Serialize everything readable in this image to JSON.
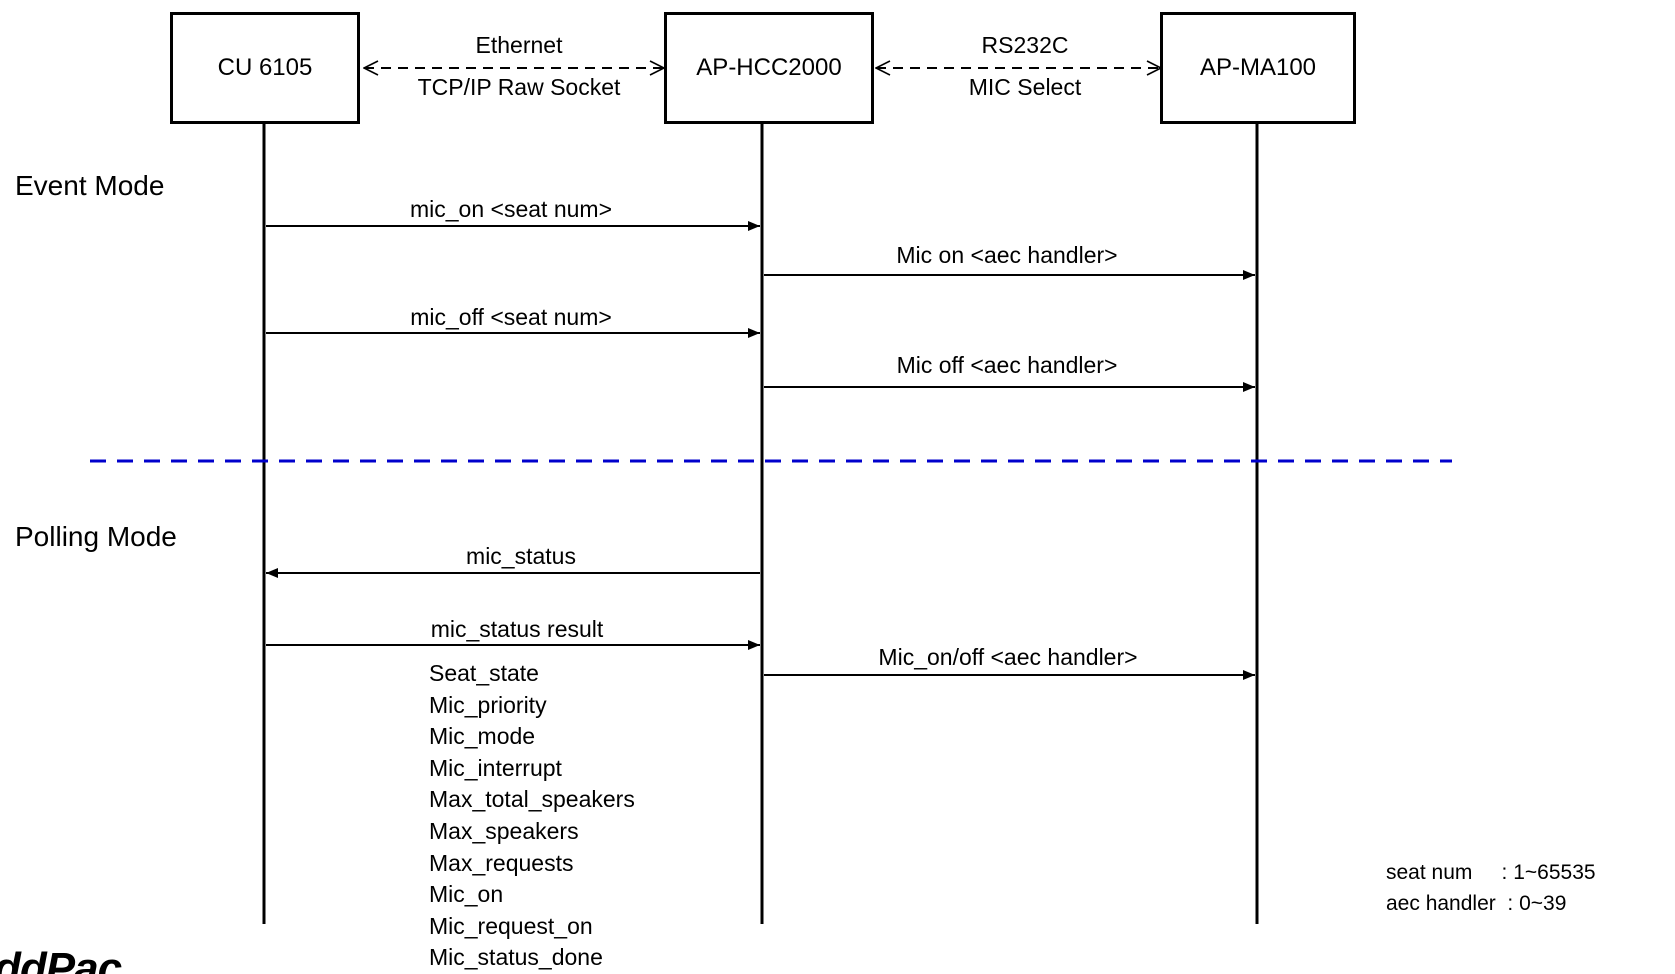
{
  "participants": [
    {
      "id": "cu",
      "label": "CU 6105"
    },
    {
      "id": "hcc",
      "label": "AP-HCC2000"
    },
    {
      "id": "ma",
      "label": "AP-MA100"
    }
  ],
  "links": [
    {
      "top": "Ethernet",
      "bottom": "TCP/IP Raw Socket"
    },
    {
      "top": "RS232C",
      "bottom": "MIC Select"
    }
  ],
  "modes": {
    "event": "Event Mode",
    "polling": "Polling Mode"
  },
  "messages": [
    {
      "label": "mic_on <seat num>",
      "from": "cu",
      "to": "hcc"
    },
    {
      "label": "Mic on <aec handler>",
      "from": "hcc",
      "to": "ma"
    },
    {
      "label": "mic_off <seat num>",
      "from": "cu",
      "to": "hcc"
    },
    {
      "label": "Mic off <aec handler>",
      "from": "hcc",
      "to": "ma"
    },
    {
      "label": "mic_status",
      "from": "hcc",
      "to": "cu"
    },
    {
      "label": "mic_status result",
      "from": "cu",
      "to": "hcc"
    },
    {
      "label": "Mic_on/off <aec handler>",
      "from": "hcc",
      "to": "ma"
    }
  ],
  "status_fields": [
    "Seat_state",
    "Mic_priority",
    "Mic_mode",
    "Mic_interrupt",
    "Max_total_speakers",
    "Max_speakers",
    "Max_requests",
    "Mic_on",
    "Mic_request_on",
    "Mic_status_done"
  ],
  "legend": [
    "seat num     : 1~65535",
    "aec handler  : 0~39"
  ],
  "logo": "ddPac",
  "colors": {
    "separator": "#0000cc",
    "line": "#000000"
  }
}
